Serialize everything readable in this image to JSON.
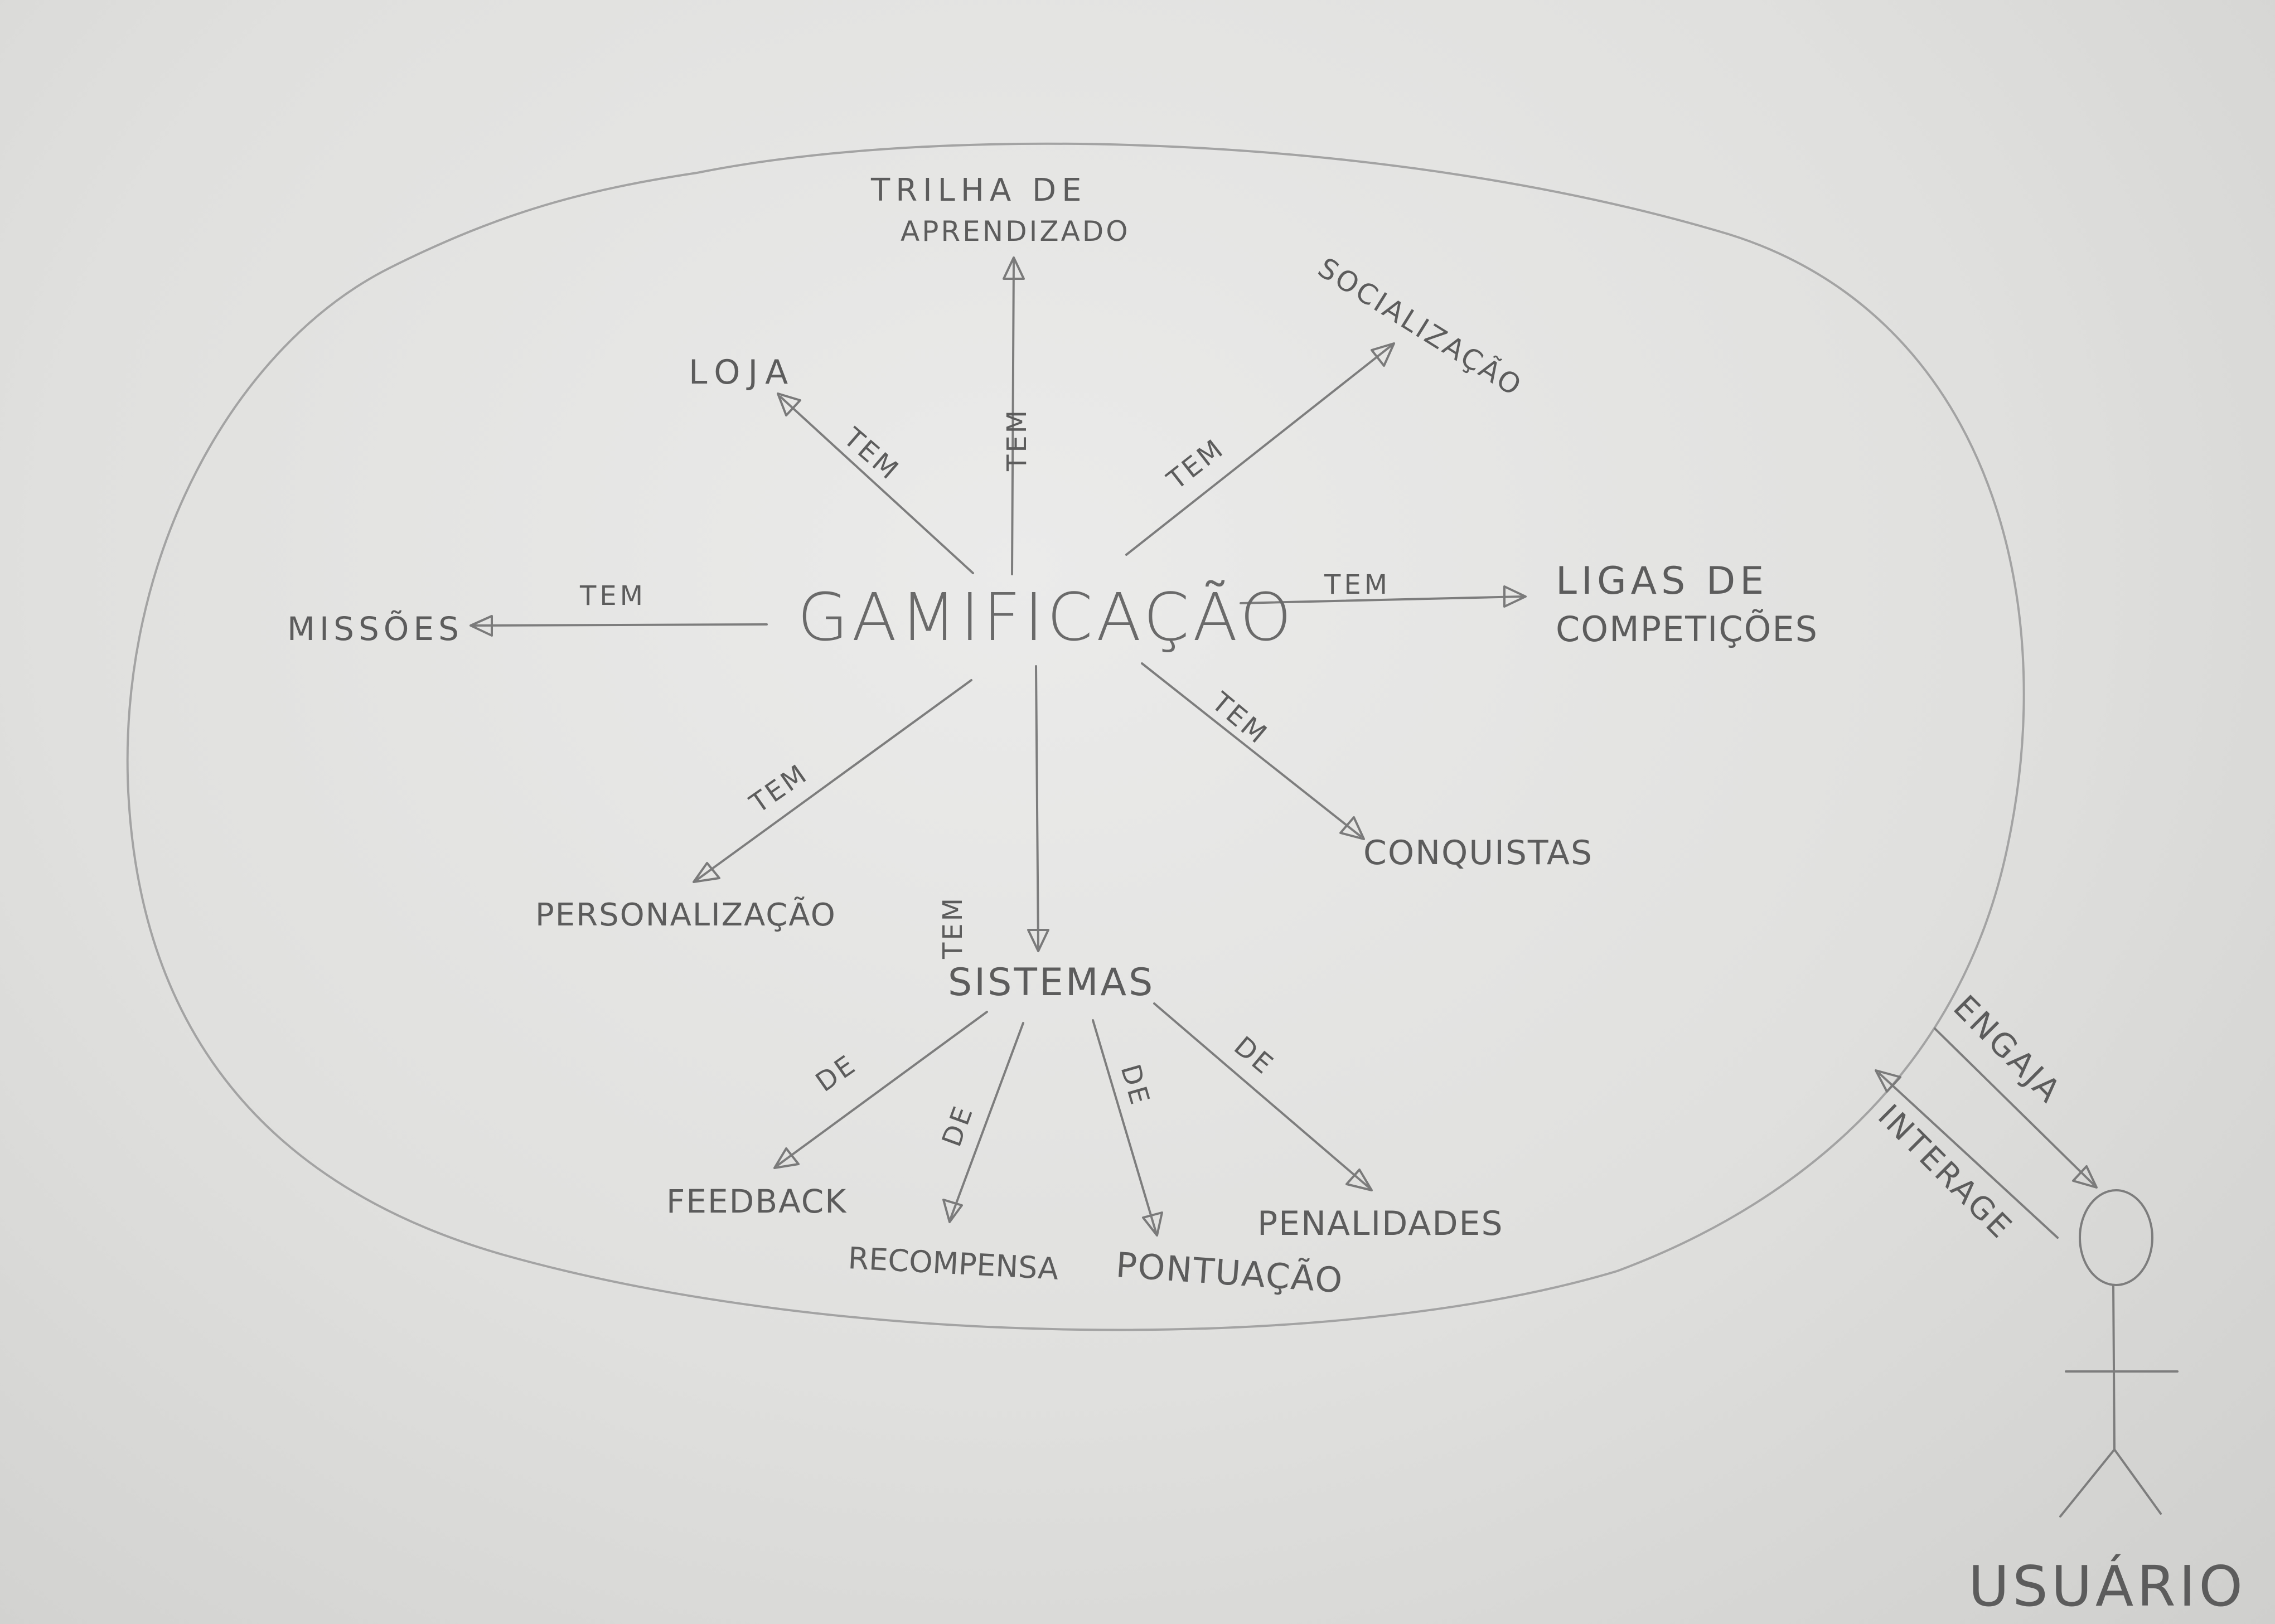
{
  "diagram": {
    "center": "GAMIFICAÇÃO",
    "nodes": {
      "trilha_line1": "TRILHA DE",
      "trilha_line2": "APRENDIZADO",
      "loja": "LOJA",
      "socializacao": "SOCIALIZAÇÃO",
      "missoes": "MISSÕES",
      "ligas_line1": "LIGAS DE",
      "ligas_line2": "COMPETIÇÕES",
      "personalizacao": "PERSONALIZAÇÃO",
      "conquistas": "CONQUISTAS",
      "sistemas": "SISTEMAS",
      "feedback": "FEEDBACK",
      "recompensa": "RECOMPENSA",
      "pontuacao": "PONTUAÇÃO",
      "penalidades": "PENALIDADES"
    },
    "edges": {
      "tem": "TEM",
      "de": "DE",
      "engaja": "ENGAJA",
      "interage": "INTERAGE"
    },
    "actor": "USUÁRIO"
  }
}
